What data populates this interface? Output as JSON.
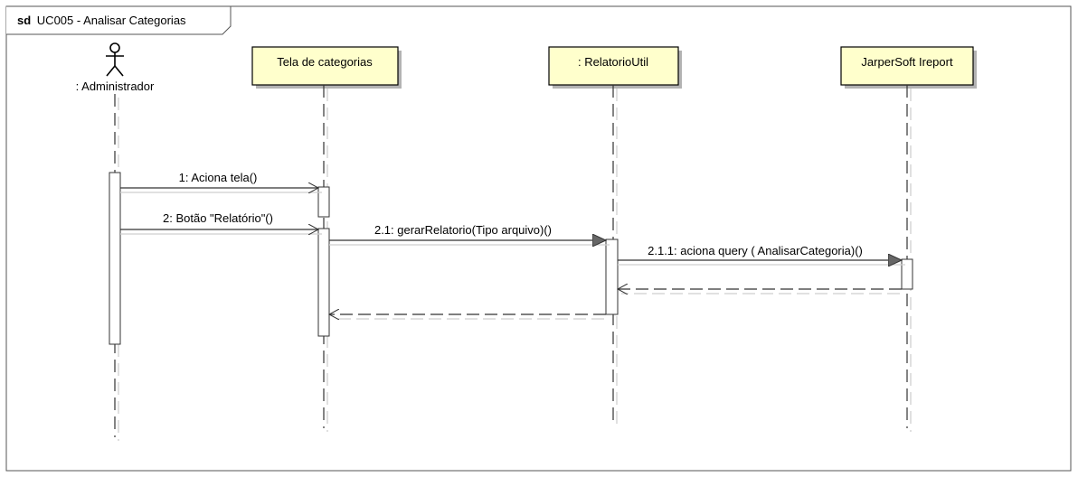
{
  "frame": {
    "keyword": "sd",
    "name": "UC005 - Analisar Categorias"
  },
  "actor": {
    "name": ": Administrador"
  },
  "lifelines": [
    {
      "name": "Tela de categorias"
    },
    {
      "name": ": RelatorioUtil"
    },
    {
      "name": "JarperSoft Ireport"
    }
  ],
  "messages": [
    {
      "label": "1: Aciona tela()"
    },
    {
      "label": "2: Botão \"Relatório\"()"
    },
    {
      "label": "2.1: gerarRelatorio(Tipo arquivo)()"
    },
    {
      "label": "2.1.1: aciona query ( AnalisarCategoria)()"
    }
  ],
  "colors": {
    "lifeline_box": "#ffffcc",
    "box_shadow": "#b3b3b3",
    "line": "#333333"
  }
}
